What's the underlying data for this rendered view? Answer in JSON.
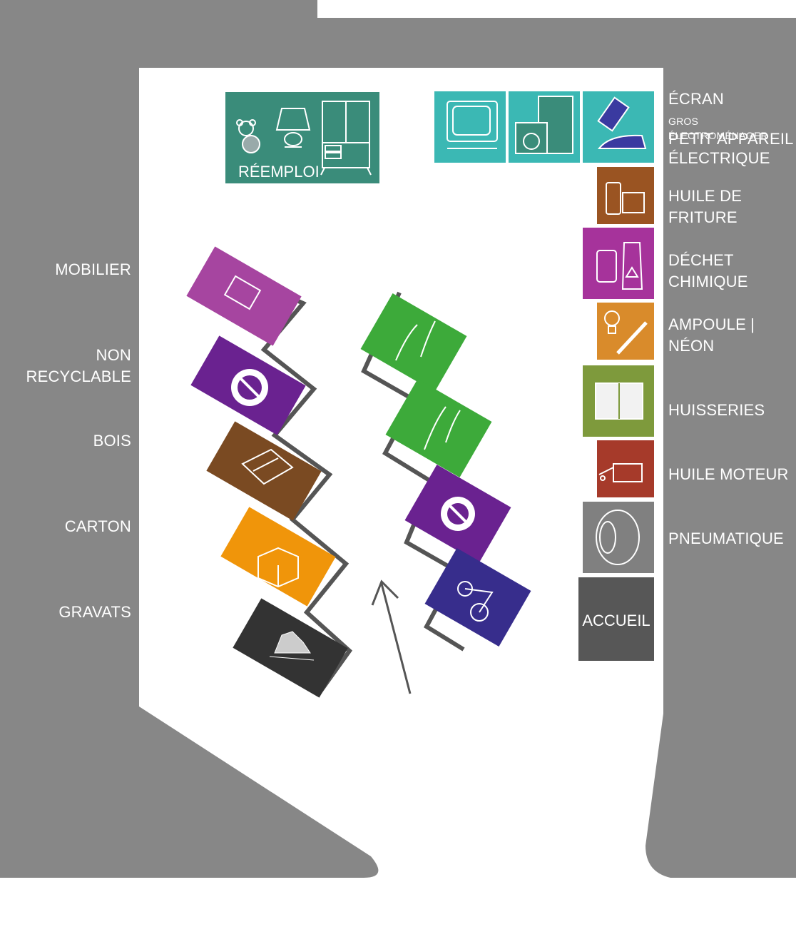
{
  "colors": {
    "wall": "#878787",
    "floor": "#ffffff",
    "reemploi": "#3a8c7a",
    "ecran": "#3bb8b4",
    "huile_friture": "#9a5422",
    "dechet_chimique": "#a6339b",
    "ampoule_neon": "#d98b2b",
    "huisseries": "#7e9a3c",
    "huile_moteur": "#a63a2a",
    "pneumatique": "#808080",
    "accueil": "#575757",
    "mobilier": "#a645a0",
    "non_recyclable": "#6a2290",
    "bois": "#7a4a22",
    "carton": "#f0950a",
    "gravats": "#333333",
    "dechets_verts": "#3daa3a",
    "velo": "#372d8c"
  },
  "reemploi": {
    "label": "RÉEMPLOI",
    "icons": [
      "teddy-bear-icon",
      "lamp-icon",
      "wardrobe-icon"
    ]
  },
  "left_labels": {
    "mobilier": "MOBILIER",
    "non_recyclable_1": "NON",
    "non_recyclable_2": "RECYCLABLE",
    "bois": "BOIS",
    "carton": "CARTON",
    "gravats": "GRAVATS"
  },
  "right_labels": {
    "ecran": "ÉCRAN",
    "gros_electromenager": "GROS ÉLECTROMÉNAGER",
    "petit_appareil_1": "PETIT APPAREIL",
    "petit_appareil_2": "ÉLECTRIQUE",
    "huile_friture_1": "HUILE DE",
    "huile_friture_2": "FRITURE",
    "dechet_chimique_1": "DÉCHET",
    "dechet_chimique_2": "CHIMIQUE",
    "ampoule_1": "AMPOULE |",
    "ampoule_2": "NÉON",
    "huisseries": "HUISSERIES",
    "huile_moteur": "HUILE MOTEUR",
    "pneumatique": "PNEUMATIQUE"
  },
  "accueil": {
    "label": "ACCUEIL"
  }
}
